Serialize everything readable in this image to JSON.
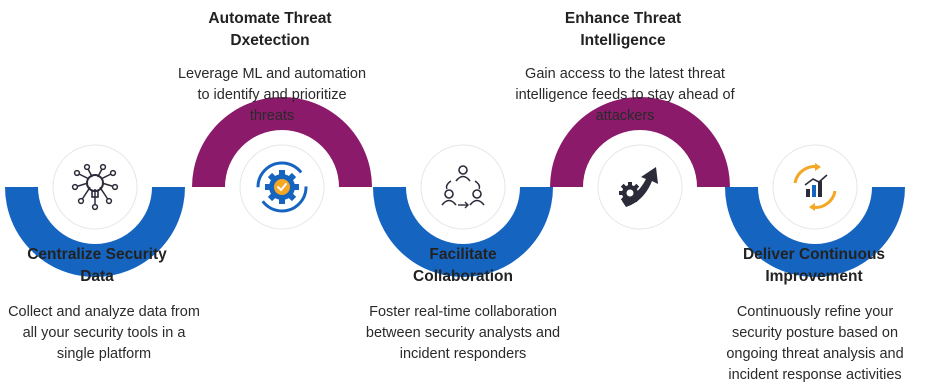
{
  "colors": {
    "blue": "#1565c0",
    "purple": "#8b1a6b",
    "icon_blue": "#1565c0",
    "icon_dark": "#2b2b3a",
    "icon_orange": "#f5a623"
  },
  "steps": [
    {
      "title": "Centralize Security Data",
      "description": "Collect and analyze data from all your security tools in a single platform",
      "arc": "top",
      "icon": "network-hub-icon"
    },
    {
      "title": "Automate Threat Dxetection",
      "description": "Leverage ML and automation to identify and prioritize threats",
      "arc": "bottom",
      "icon": "gear-check-icon"
    },
    {
      "title": "Facilitate Collaboration",
      "description": "Foster real-time collaboration between security analysts and incident responders",
      "arc": "top",
      "icon": "team-collaboration-icon"
    },
    {
      "title": "Enhance Threat Intelligence",
      "description": "Gain access to the latest threat intelligence feeds to stay ahead of attackers",
      "arc": "bottom",
      "icon": "growth-arrow-gear-icon"
    },
    {
      "title": "Deliver Continuous Improvement",
      "description": "Continuously refine your security posture based on ongoing threat analysis and incident response activities",
      "arc": "top",
      "icon": "cycle-chart-icon"
    }
  ]
}
